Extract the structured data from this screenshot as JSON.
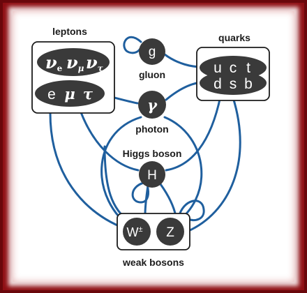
{
  "groups": {
    "leptons_label": "leptons",
    "quarks_label": "quarks",
    "weak_label": "weak bosons"
  },
  "labels": {
    "gluon": "gluon",
    "photon": "photon",
    "higgs": "Higgs boson"
  },
  "particles": {
    "neutrinos": {
      "nu": "ν",
      "e": "e",
      "mu": "μ",
      "tau": "τ"
    },
    "charged_leptons": {
      "e": "e",
      "mu": "μ",
      "tau": "τ"
    },
    "quarks_up": [
      "u",
      "c",
      "t"
    ],
    "quarks_down": [
      "d",
      "s",
      "b"
    ],
    "gluon": "g",
    "photon": "γ",
    "higgs": "H",
    "w": "W",
    "w_sup": "±",
    "z": "Z"
  },
  "colors": {
    "frame": "#8f0f14",
    "line": "#1f5f9e",
    "node": "#3a3a3a",
    "box_border": "#1b1b1b"
  }
}
